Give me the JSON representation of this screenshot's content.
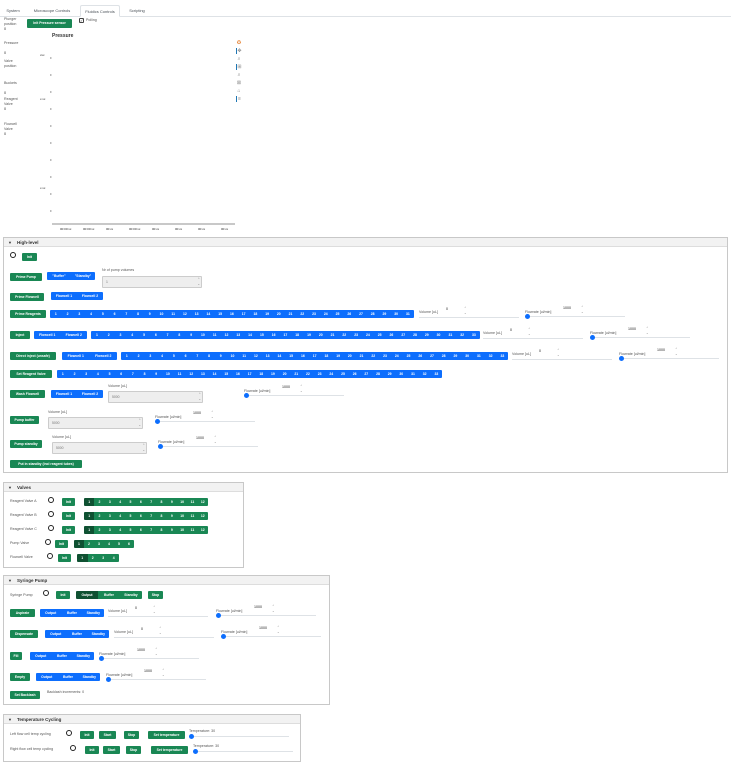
{
  "tabs": [
    "System",
    "Microscope Controls",
    "Fluidics Controls",
    "Scripting"
  ],
  "header": {
    "init_pressure_sensor": "Init Pressure sensor",
    "polling_label": "Polling",
    "polling_checked": true
  },
  "readouts": [
    {
      "label": "Plunger position",
      "value": "0"
    },
    {
      "label": "Pressure",
      "value": "0"
    },
    {
      "label": "Valve position",
      "value": ""
    },
    {
      "label": "Buckets",
      "value": "0"
    },
    {
      "label": "Reagent Valve",
      "value": "0"
    },
    {
      "label": "Flowcell Valve",
      "value": "0"
    }
  ],
  "chart_data": {
    "type": "line",
    "title": "Pressure",
    "y_tick_labels": [
      "xxx",
      "x.xx",
      "x.xx"
    ],
    "x_tick_labels": [
      "00:00:xx",
      "00:00:xx",
      "00:xx",
      "00:00:xx",
      "00:xx",
      "00:xx",
      "00:xx",
      "00:xx"
    ],
    "series": [],
    "grid": false
  },
  "toolbar_icons": [
    "plotly-logo-icon",
    "pan-icon",
    "zoom-in-icon",
    "zoom-box-icon",
    "zoom-out-icon",
    "autoscale-icon",
    "reset-axes-icon",
    "toggle-spike-icon"
  ],
  "high_level": {
    "title": "High-level",
    "init": "Init",
    "prime_pump": {
      "label": "Prime Pump",
      "options": [
        "\"Buffer\"",
        "\"Standby\""
      ],
      "nr_label": "Nr of pump volumes",
      "nr_value": "1"
    },
    "prime_flowcell": {
      "label": "Prime Flowcell",
      "options": [
        "Flowcell 1",
        "Flowcell 2"
      ]
    },
    "prime_reagents": {
      "label": "Prime Reagents",
      "numbers": [
        "1",
        "2",
        "3",
        "4",
        "5",
        "6",
        "7",
        "8",
        "9",
        "10",
        "11",
        "12",
        "13",
        "14",
        "15",
        "16",
        "17",
        "18",
        "19",
        "20",
        "21",
        "22",
        "23",
        "24",
        "25",
        "26",
        "27",
        "28",
        "29",
        "30",
        "31"
      ],
      "volume_label": "Volume [uL]",
      "volume_value": "0",
      "flowrate_label": "Flowrate [ul/min]",
      "flowrate_value": "1000"
    },
    "inject": {
      "label": "Inject",
      "options": [
        "Flowcell 1",
        "Flowcell 2"
      ],
      "numbers": [
        "1",
        "2",
        "3",
        "4",
        "5",
        "6",
        "7",
        "8",
        "9",
        "10",
        "11",
        "12",
        "13",
        "14",
        "15",
        "16",
        "17",
        "18",
        "19",
        "20",
        "21",
        "22",
        "23",
        "24",
        "25",
        "26",
        "27",
        "28",
        "29",
        "30",
        "31",
        "32",
        "33"
      ],
      "volume_label": "Volume [uL]",
      "volume_value": "0",
      "flowrate_label": "Flowrate [ul/min]",
      "flowrate_value": "1000"
    },
    "direct_inject": {
      "label": "Direct inject (unsafe)",
      "options": [
        "Flowcell 1",
        "Flowcell 2"
      ],
      "numbers": [
        "1",
        "2",
        "3",
        "4",
        "5",
        "6",
        "7",
        "8",
        "9",
        "10",
        "11",
        "12",
        "13",
        "14",
        "15",
        "16",
        "17",
        "18",
        "19",
        "20",
        "21",
        "22",
        "23",
        "24",
        "25",
        "26",
        "27",
        "28",
        "29",
        "30",
        "31",
        "32",
        "33"
      ],
      "volume_label": "Volume [uL]",
      "volume_value": "0",
      "flowrate_label": "Flowrate [ul/min]",
      "flowrate_value": "1000"
    },
    "set_reagent_valve": {
      "label": "Set Reagent Valve",
      "numbers": [
        "1",
        "2",
        "3",
        "4",
        "5",
        "6",
        "7",
        "8",
        "9",
        "10",
        "11",
        "12",
        "13",
        "14",
        "15",
        "16",
        "17",
        "18",
        "19",
        "20",
        "21",
        "22",
        "23",
        "24",
        "25",
        "26",
        "27",
        "28",
        "29",
        "30",
        "31",
        "32",
        "33"
      ]
    },
    "wash_flowcell": {
      "label": "Wash Flowcell",
      "options": [
        "Flowcell 1",
        "Flowcell 2"
      ],
      "volume_label": "Volume [uL]",
      "volume_value": "5000",
      "flowrate_label": "Flowrate [ul/min]",
      "flowrate_value": "1000"
    },
    "pump_buffer": {
      "label": "Pump buffer",
      "volume_label": "Volume [uL]",
      "volume_value": "5000",
      "flowrate_label": "Flowrate [ul/min]",
      "flowrate_value": "1000"
    },
    "pump_standby": {
      "label": "Pump standby",
      "volume_label": "Volume [uL]",
      "volume_value": "5000",
      "flowrate_label": "Flowrate [ul/min]",
      "flowrate_value": "1000"
    },
    "put_in_standby": "Put in standby (incl reagent tubes)"
  },
  "valves": {
    "title": "Valves",
    "init": "Init",
    "rows": [
      {
        "label": "Reagent Valve A",
        "numbers": [
          "1",
          "2",
          "3",
          "4",
          "5",
          "6",
          "7",
          "8",
          "9",
          "10",
          "11",
          "12"
        ]
      },
      {
        "label": "Reagent Valve B",
        "numbers": [
          "1",
          "2",
          "3",
          "4",
          "5",
          "6",
          "7",
          "8",
          "9",
          "10",
          "11",
          "12"
        ]
      },
      {
        "label": "Reagent Valve C",
        "numbers": [
          "1",
          "2",
          "3",
          "4",
          "5",
          "6",
          "7",
          "8",
          "9",
          "10",
          "11",
          "12"
        ]
      },
      {
        "label": "Pump Valve",
        "numbers": [
          "1",
          "2",
          "3",
          "4",
          "5",
          "6"
        ]
      },
      {
        "label": "Flowcell Valve",
        "numbers": [
          "1",
          "2",
          "3",
          "4"
        ]
      }
    ]
  },
  "syringe": {
    "title": "Syringe Pump",
    "label": "Syringe Pump",
    "init": "Init",
    "modes": [
      "Output",
      "Buffer",
      "Standby"
    ],
    "stop": "Stop",
    "aspirate": {
      "label": "Aspirate",
      "volume_label": "Volume [uL]",
      "volume_value": "0",
      "flowrate_label": "Flowrate [ul/min]",
      "flowrate_value": "1000"
    },
    "dispensate": {
      "label": "Dispensate",
      "volume_label": "Volume [uL]",
      "volume_value": "0",
      "flowrate_label": "Flowrate [ul/min]",
      "flowrate_value": "1000"
    },
    "fill": {
      "label": "Fill",
      "flowrate_label": "Flowrate [ul/min]",
      "flowrate_value": "1000"
    },
    "empty": {
      "label": "Empty",
      "flowrate_label": "Flowrate [ul/min]",
      "flowrate_value": "1000"
    },
    "set_backlash": {
      "label": "Set Backlash",
      "text": "Backlash increments: 0"
    }
  },
  "temp": {
    "title": "Temperature Cycling",
    "init": "Init",
    "start": "Start",
    "stop": "Stop",
    "set": "Set temperature",
    "temp_label": "Temperature: 30",
    "rows": [
      {
        "label": "Left flow cell temp cycling"
      },
      {
        "label": "Right flow cell temp cycling"
      }
    ]
  }
}
